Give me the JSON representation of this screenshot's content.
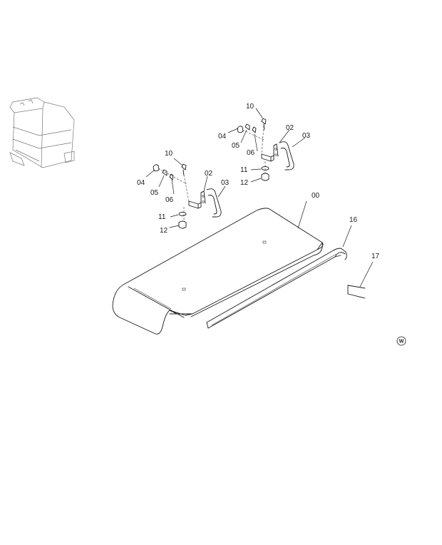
{
  "callouts": {
    "cover": "00",
    "bracket_left": "02",
    "bracket_right": "02",
    "ubolt_left": "03",
    "ubolt_right": "03",
    "nut_left": "04",
    "nut_right": "04",
    "washer_left": "05",
    "washer_right": "05",
    "spacer_left": "06",
    "spacer_right": "06",
    "bolt_left": "10",
    "bolt_right": "10",
    "washer_b_left": "11",
    "washer_b_right": "11",
    "nut_b_left": "12",
    "nut_b_right": "12",
    "strip": "16",
    "tape": "17"
  },
  "marker": {
    "symbol": "W"
  }
}
